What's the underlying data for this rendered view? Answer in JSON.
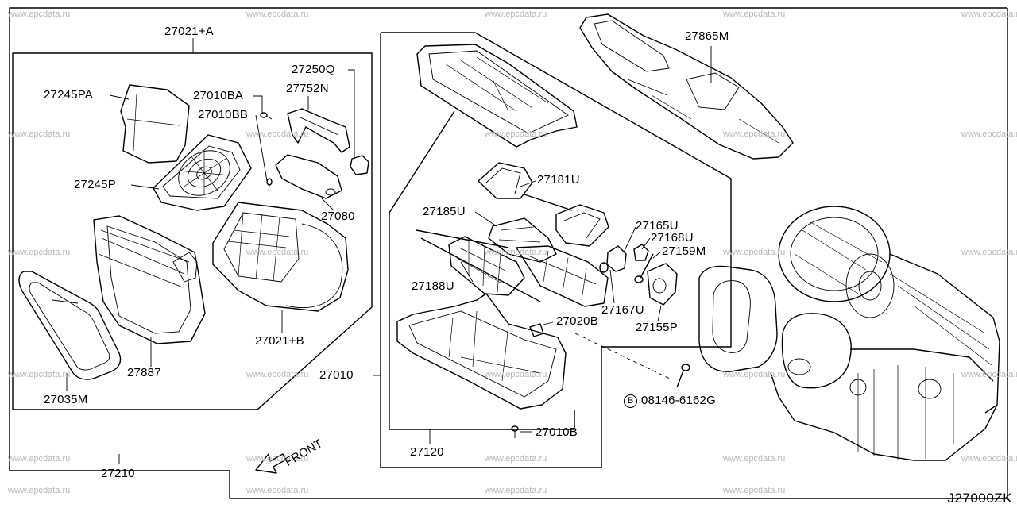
{
  "watermark": "www.epcdata.ru",
  "diagram_code": "J27000ZK",
  "front_label": "FRONT",
  "bolt_marker": "B",
  "labels": {
    "p27021A": "27021+A",
    "p27245PA": "27245PA",
    "p27010BA": "27010BA",
    "p27752N": "27752N",
    "p27250Q": "27250Q",
    "p27010BB": "27010BB",
    "p27245P": "27245P",
    "p27080": "27080",
    "p27021B": "27021+B",
    "p27887": "27887",
    "p27035M": "27035M",
    "p27210": "27210",
    "p27010": "27010",
    "p27865M": "27865M",
    "p27181U": "27181U",
    "p27185U": "27185U",
    "p27165U": "27165U",
    "p27168U": "27168U",
    "p27159M": "27159M",
    "p27188U": "27188U",
    "p27167U": "27167U",
    "p27155P": "27155P",
    "p27020B": "27020B",
    "p08146": "08146-6162G",
    "p27120": "27120",
    "p27010B": "27010B"
  }
}
